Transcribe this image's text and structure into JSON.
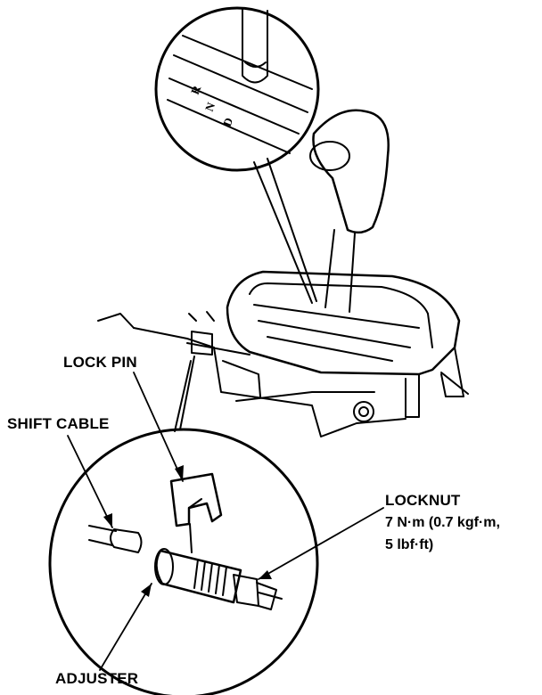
{
  "labels": {
    "lock_pin": "LOCK PIN",
    "shift_cable": "SHIFT CABLE",
    "locknut": "LOCKNUT",
    "locknut_torque_line1": "7 N·m (0.7 kgf·m,",
    "locknut_torque_line2": "5 lbf·ft)",
    "adjuster": "ADJUSTER"
  },
  "gear_marks": [
    "R",
    "N",
    "D"
  ],
  "colors": {
    "ink": "#000000",
    "paper": "#ffffff"
  }
}
